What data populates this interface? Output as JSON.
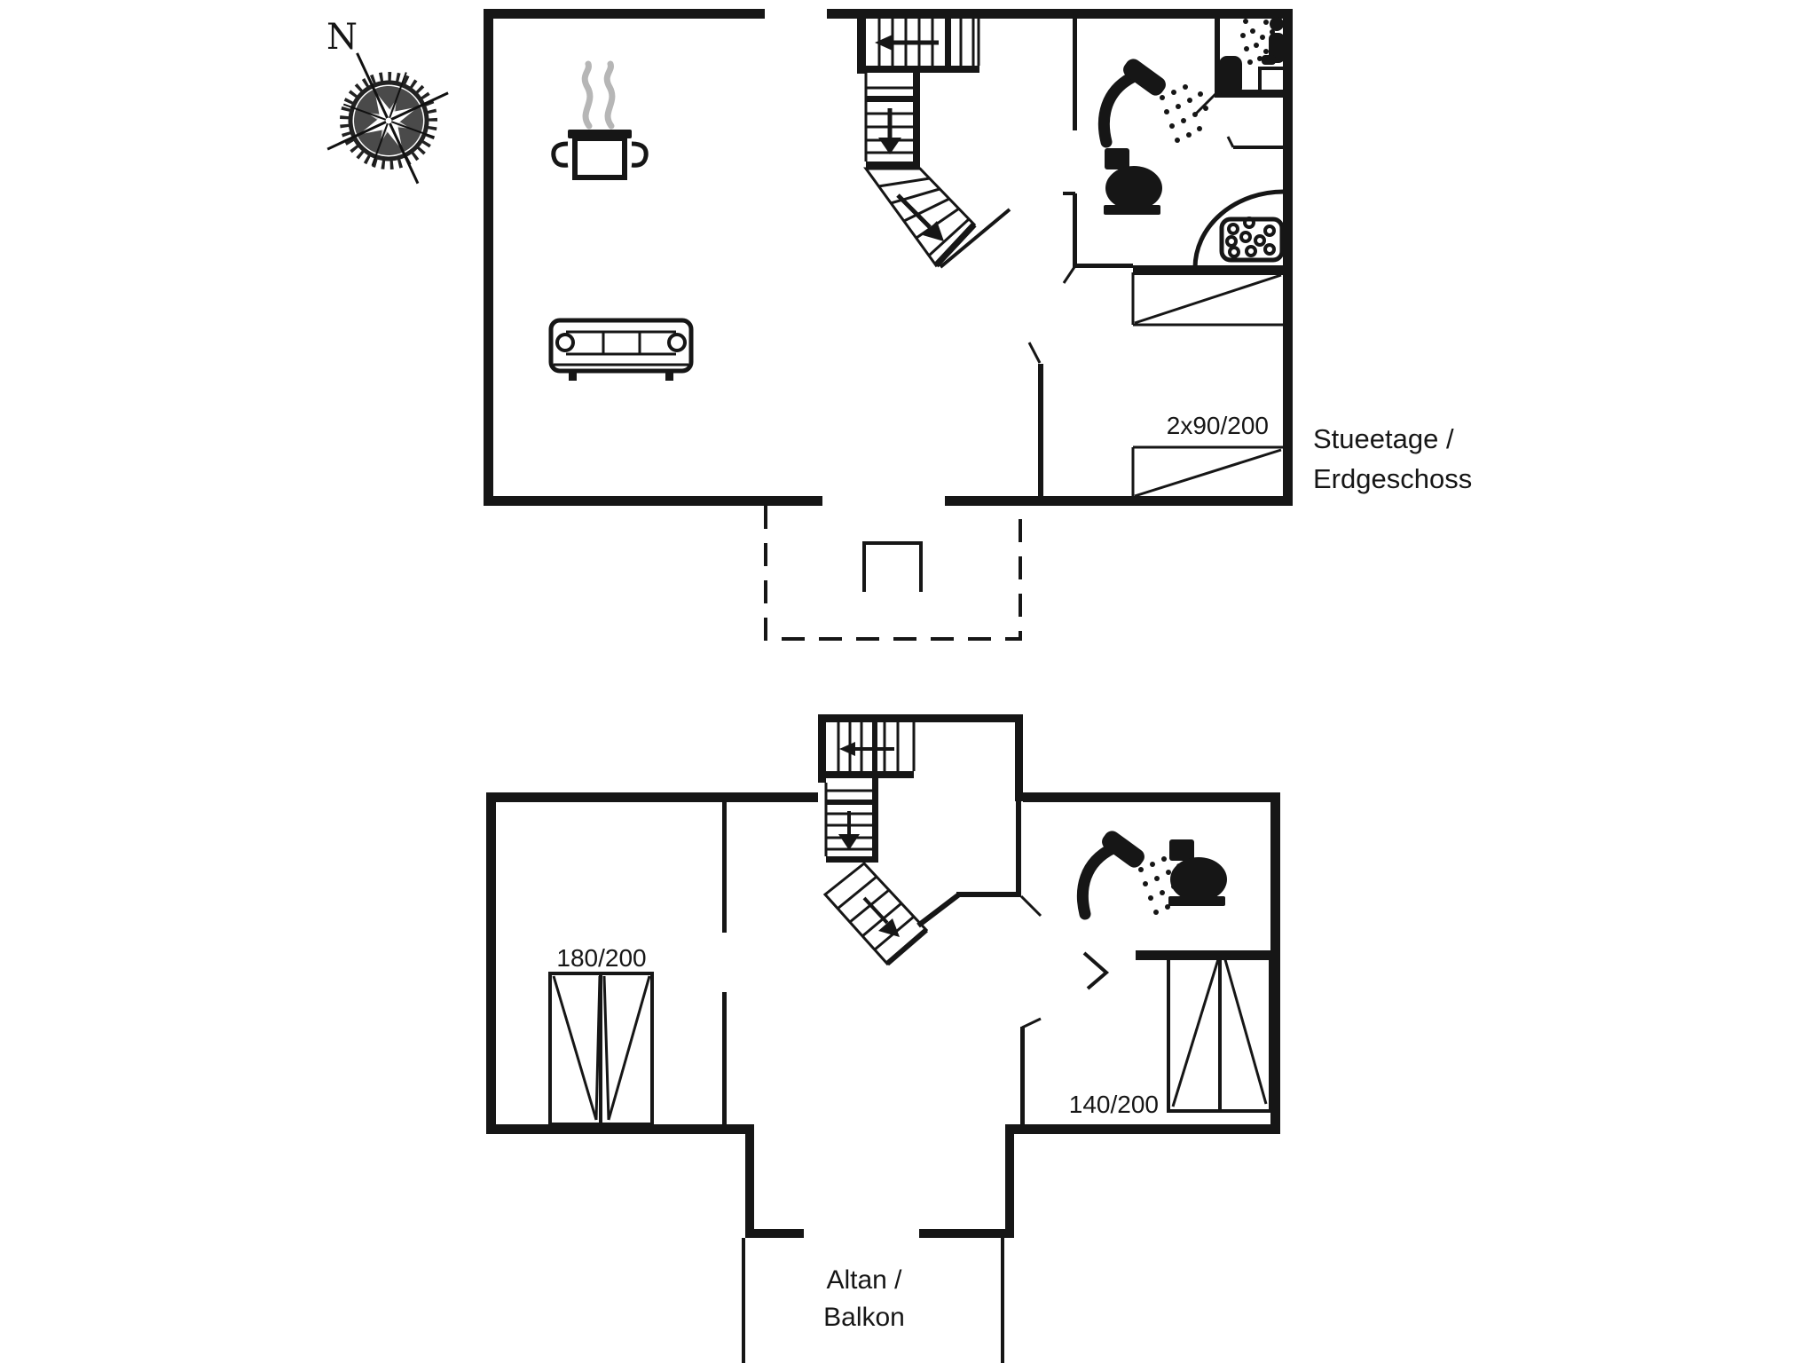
{
  "canvas": {
    "background": "#ffffff",
    "line_color": "#161616",
    "steam_color": "#b6b6b6"
  },
  "compass": {
    "north_label": "N",
    "icon": "compass-rose-icon"
  },
  "ground_floor": {
    "title_line1": "Stueetage /",
    "title_line2": "Erdgeschoss",
    "beds_label": "2x90/200",
    "icons": [
      "cooking-pot-icon",
      "sofa-icon",
      "staircase-down-icon",
      "shower-icon",
      "toilet-icon",
      "sauna-icon",
      "washbasin-icon",
      "single-bed-symbol",
      "terrace-dashed-outline"
    ]
  },
  "upper_floor": {
    "bed_left_label": "180/200",
    "bed_right_label": "140/200",
    "balcony_line1": "Altan /",
    "balcony_line2": "Balkon",
    "icons": [
      "staircase-down-icon",
      "shower-icon",
      "toilet-icon",
      "double-bed-symbol"
    ]
  }
}
